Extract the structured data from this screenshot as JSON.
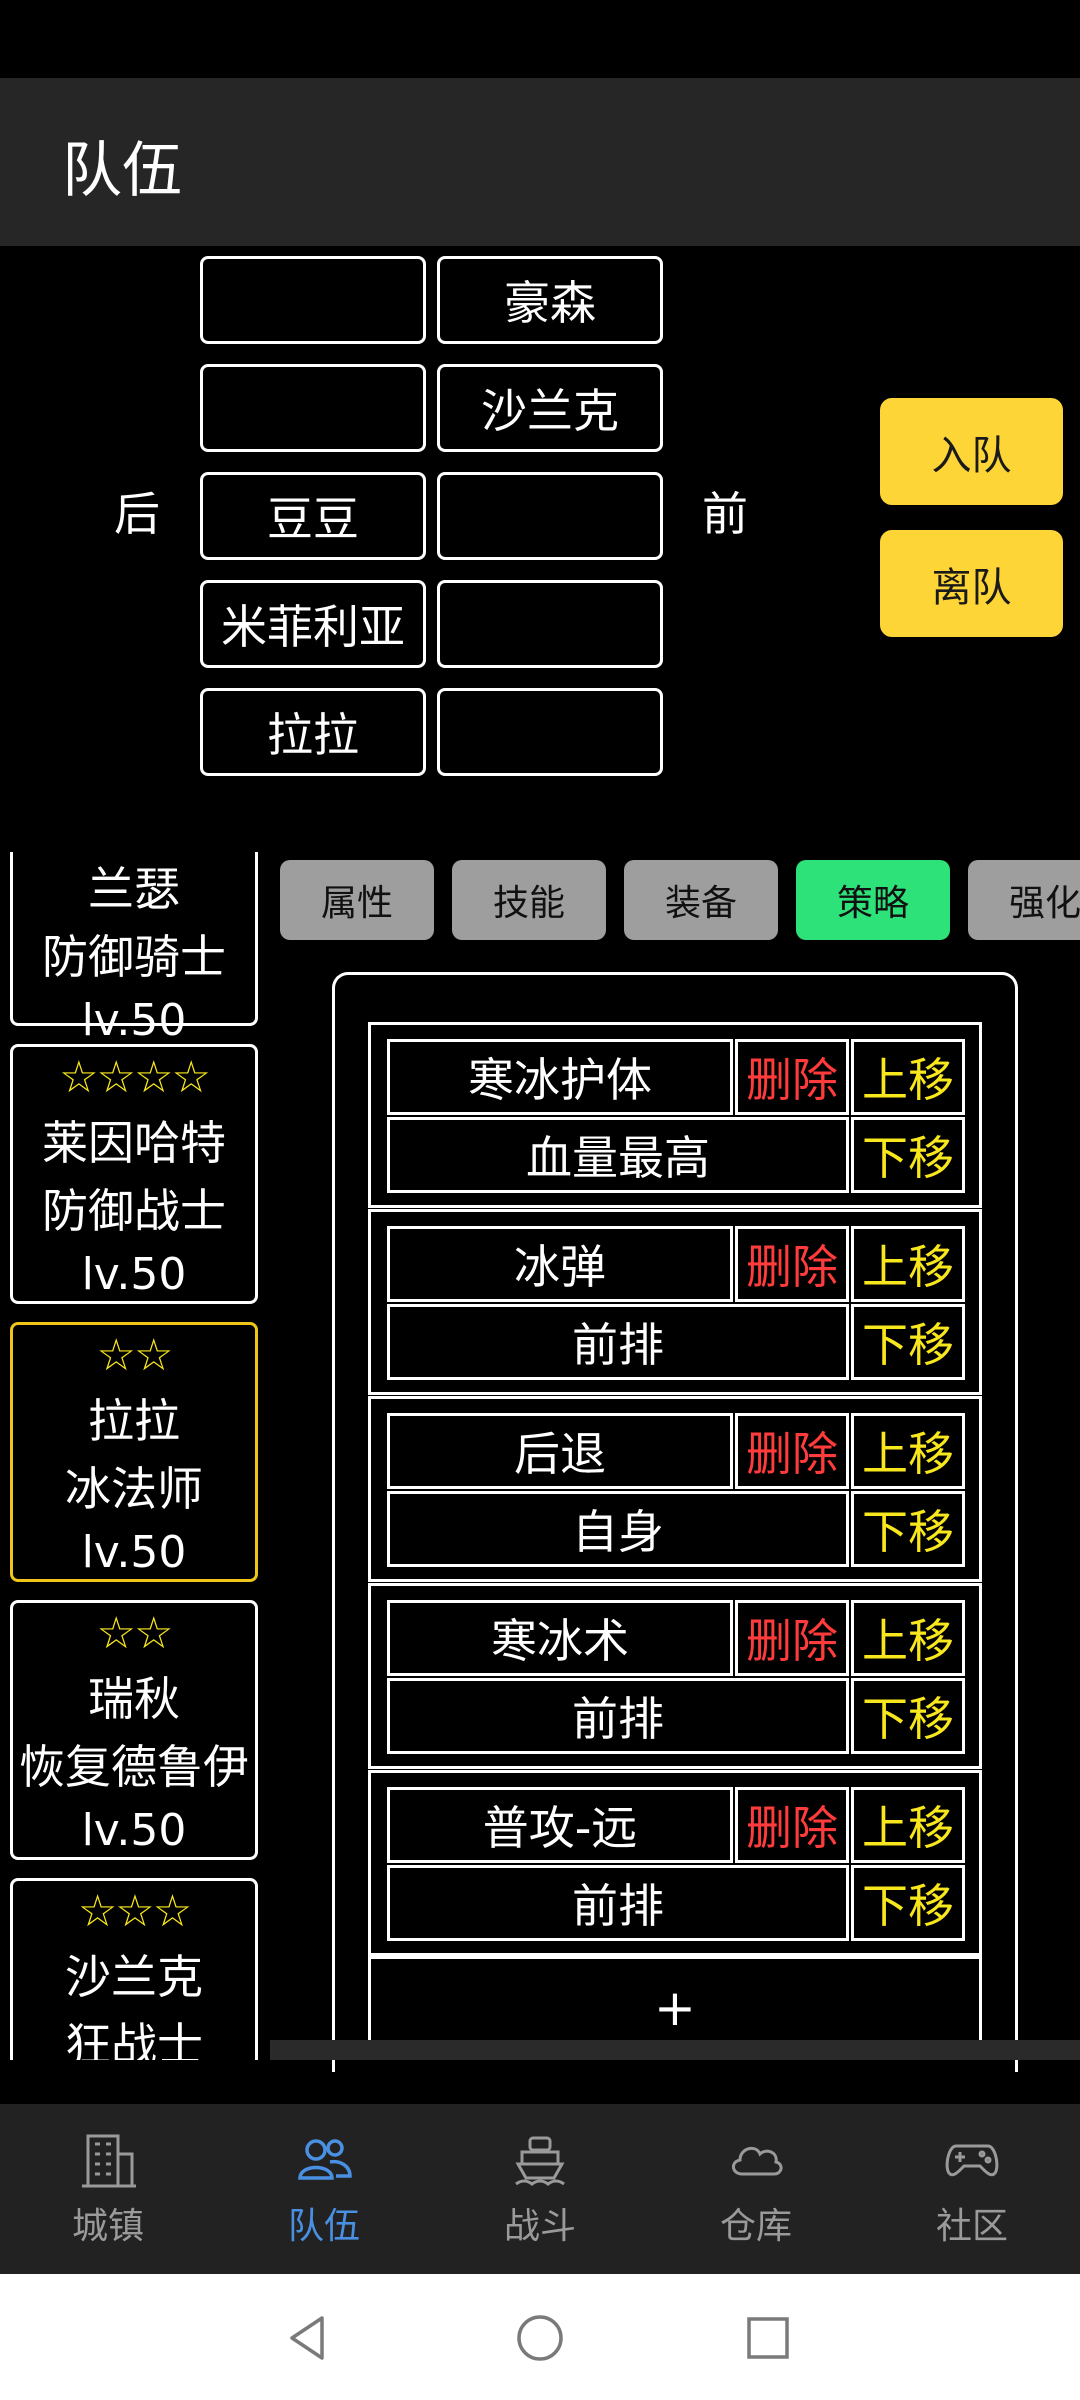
{
  "app_bar": {
    "title": "队伍"
  },
  "formation": {
    "back_label": "后",
    "front_label": "前",
    "back_column": [
      "",
      "",
      "豆豆",
      "米菲利亚",
      "拉拉"
    ],
    "front_column": [
      "豪森",
      "沙兰克",
      "",
      "",
      ""
    ]
  },
  "actions": {
    "join": "入队",
    "leave": "离队"
  },
  "roster": [
    {
      "stars": "",
      "name": "兰瑟",
      "class": "防御骑士",
      "level": "lv.50"
    },
    {
      "stars": "☆☆☆☆",
      "name": "莱因哈特",
      "class": "防御战士",
      "level": "lv.50"
    },
    {
      "stars": "☆☆",
      "name": "拉拉",
      "class": "冰法师",
      "level": "lv.50"
    },
    {
      "stars": "☆☆",
      "name": "瑞秋",
      "class": "恢复德鲁伊",
      "level": "lv.50"
    },
    {
      "stars": "☆☆☆",
      "name": "沙兰克",
      "class": "狂战士",
      "level": ""
    }
  ],
  "tabs": [
    "属性",
    "技能",
    "装备",
    "策略",
    "强化"
  ],
  "active_tab": "策略",
  "strategy_labels": {
    "delete": "删除",
    "up": "上移",
    "down": "下移",
    "add": "+"
  },
  "strategies": [
    {
      "skill": "寒冰护体",
      "target": "血量最高"
    },
    {
      "skill": "冰弹",
      "target": "前排"
    },
    {
      "skill": "后退",
      "target": "自身"
    },
    {
      "skill": "寒冰术",
      "target": "前排"
    },
    {
      "skill": "普攻-远",
      "target": "前排"
    }
  ],
  "bottom_nav": [
    {
      "label": "城镇",
      "icon": "building-icon"
    },
    {
      "label": "队伍",
      "icon": "people-icon"
    },
    {
      "label": "战斗",
      "icon": "ship-icon"
    },
    {
      "label": "仓库",
      "icon": "cloud-icon"
    },
    {
      "label": "社区",
      "icon": "gamepad-icon"
    }
  ],
  "colors": {
    "accent_yellow": "#fdd536",
    "active_tab": "#2ee27a",
    "active_nav": "#4a90e2",
    "delete_red": "#ff3b3b",
    "star_yellow": "#f8e71c"
  }
}
